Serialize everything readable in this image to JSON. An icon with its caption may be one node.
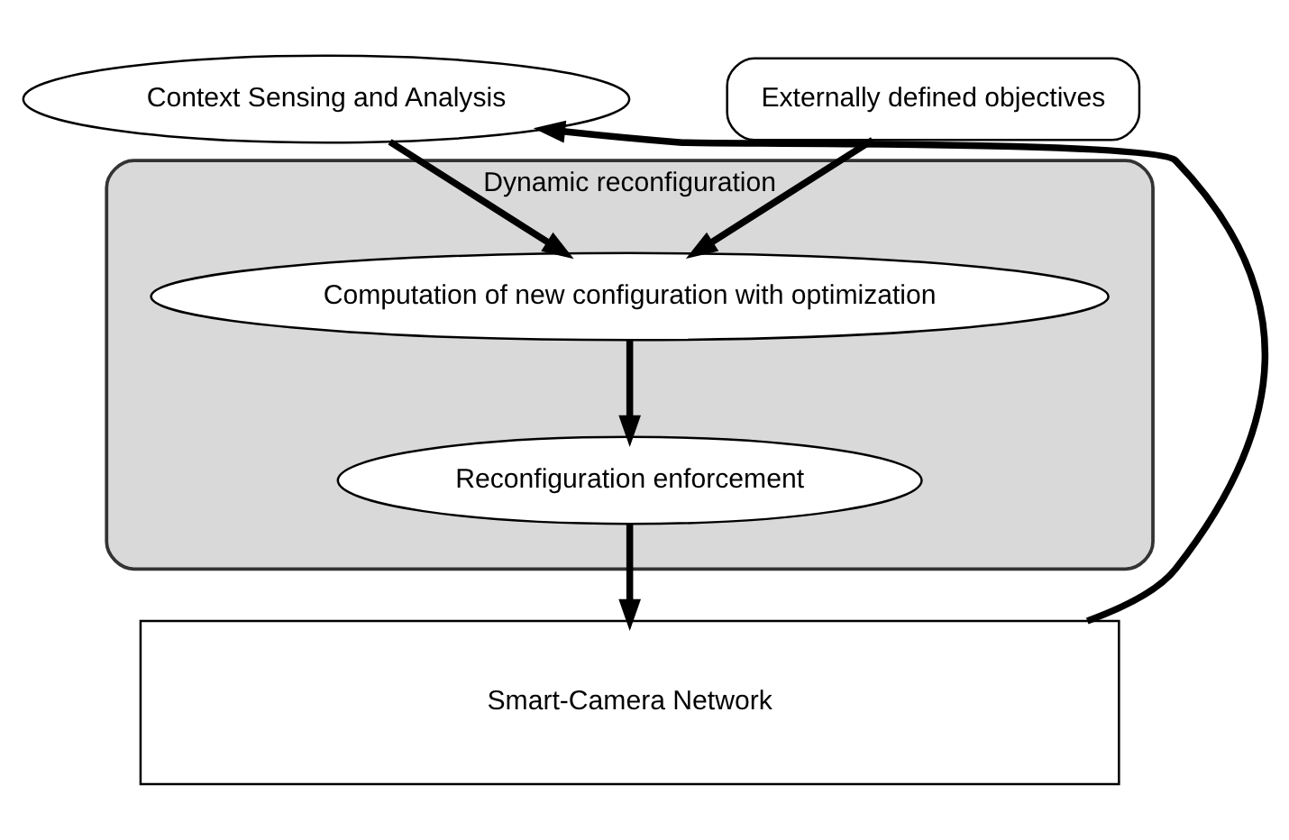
{
  "diagram": {
    "nodes": [
      {
        "text": [
          "Dynamic reconfiguration"
        ]
      },
      {
        "text": [
          "Context Sensing and Analysis"
        ]
      },
      {
        "text": [
          "Computation of new configuration with optimization"
        ],
        "in": 0
      },
      {
        "text": [
          "Externally defined objectives"
        ]
      },
      {
        "text": [
          "Reconfiguration enforcement"
        ],
        "in": 0
      },
      {
        "text": [
          "Smart-Camera Network"
        ]
      }
    ],
    "edges": [
      {
        "from": 1,
        "to": 2,
        "arrow": "to"
      },
      {
        "from": 3,
        "to": 2,
        "arrow": "to"
      },
      {
        "from": 2,
        "to": 4,
        "arrow": "to"
      },
      {
        "from": 4,
        "to": 5,
        "arrow": "to"
      },
      {
        "from": 5,
        "to": 1,
        "arrow": "to"
      }
    ]
  }
}
